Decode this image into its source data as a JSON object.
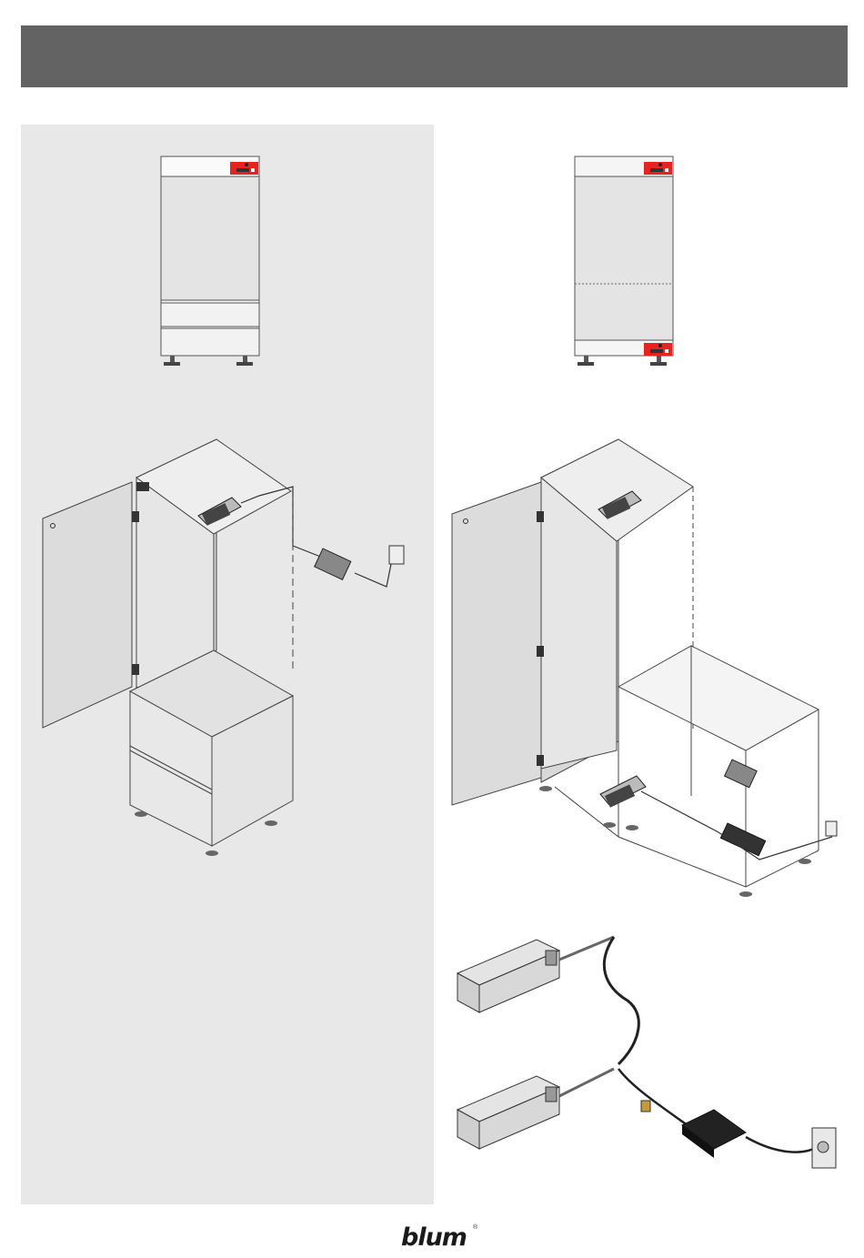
{
  "header": {
    "title": ""
  },
  "logo": {
    "text": "blum",
    "registered_mark": "®"
  },
  "colors": {
    "header_bar": "#636363",
    "left_panel": "#e8e8e8",
    "accent_red": "#e8231f",
    "panel_face": "#e4e4e4",
    "outline": "#555555"
  },
  "figures": [
    {
      "name": "front-view-cabinet-single-drive",
      "icon": "cabinet-front-icon"
    },
    {
      "name": "front-view-cabinet-dual-drive",
      "icon": "cabinet-front-icon"
    },
    {
      "name": "isometric-cabinet-drawers",
      "icon": "cabinet-isometric-icon"
    },
    {
      "name": "isometric-cabinet-open-base",
      "icon": "cabinet-isometric-icon"
    },
    {
      "name": "drive-units-with-transformer",
      "icon": "electric-drive-icon"
    }
  ]
}
